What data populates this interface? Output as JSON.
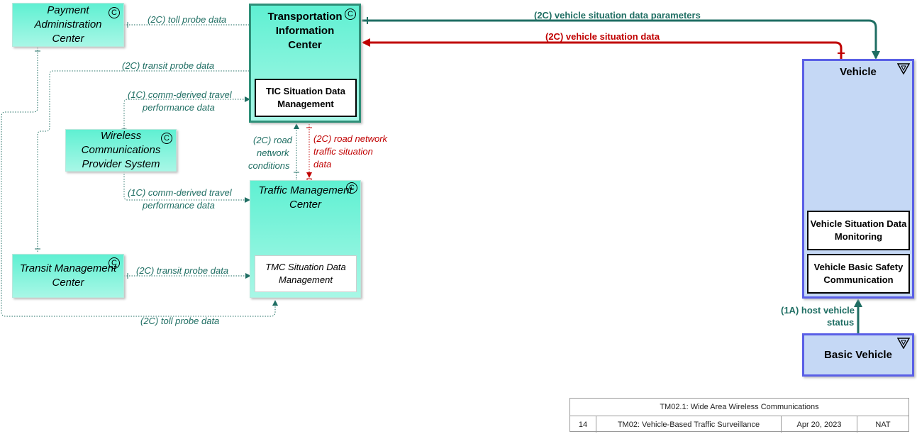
{
  "centers": {
    "payment_admin": "Payment Administration Center",
    "tic": "Transportation Information Center",
    "tic_function": "TIC Situation Data Management",
    "wireless": "Wireless Communications Provider System",
    "tmc": "Traffic Management Center",
    "tmc_function": "TMC Situation Data Management",
    "transit_mgmt": "Transit Management Center",
    "vehicle": "Vehicle",
    "vehicle_fn1": "Vehicle Situation Data Monitoring",
    "vehicle_fn2": "Vehicle Basic Safety Communication",
    "basic_vehicle": "Basic Vehicle"
  },
  "badge_letter": "C",
  "flows": {
    "toll_probe_top": "(2C) toll probe data",
    "transit_probe_top": "(2C) transit probe data",
    "comm_travel_top_1": "(1C) comm-derived travel",
    "comm_travel_top_2": "performance data",
    "comm_travel_bot_1": "(1C) comm-derived travel",
    "comm_travel_bot_2": "performance data",
    "road_net_cond_1": "(2C) road",
    "road_net_cond_2": "network",
    "road_net_cond_3": "conditions",
    "road_traffic_1": "(2C) road network",
    "road_traffic_2": "traffic situation",
    "road_traffic_3": "data",
    "transit_probe_bot": "(2C) transit probe data",
    "toll_probe_bot": "(2C) toll probe data",
    "veh_sit_params": "(2C) vehicle situation data parameters",
    "veh_sit_data": "(2C) vehicle situation data",
    "host_vehicle_1": "(1A) host vehicle",
    "host_vehicle_2": "status"
  },
  "legend": {
    "title": "TM02.1: Wide Area Wireless Communications",
    "number": "14",
    "package": "TM02: Vehicle-Based Traffic Surveillance",
    "date": "Apr 20, 2023",
    "scope": "NAT"
  },
  "colors": {
    "teal_flow": "#1f6e63",
    "red_flow": "#c00000",
    "center_fill": "#7ff3dc",
    "vehicle_fill": "#c5d8f5",
    "vehicle_border": "#5a5fe6"
  }
}
